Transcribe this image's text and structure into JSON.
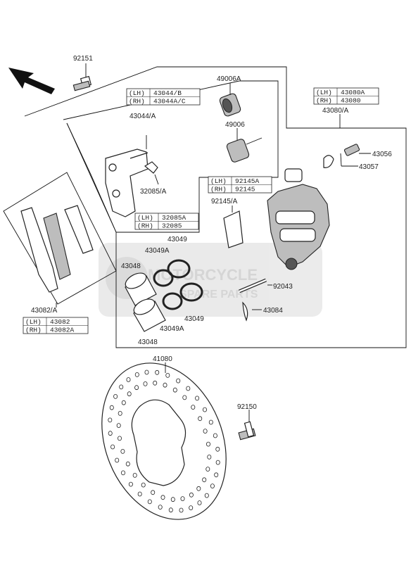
{
  "parts": {
    "p92151": "92151",
    "p49006A": "49006A",
    "p49006": "49006",
    "p43044A": "43044/A",
    "p32085A": "32085/A",
    "p43080A": "43080/A",
    "p43056": "43056",
    "p43057": "43057",
    "p92145A": "92145/A",
    "p43049_top": "43049",
    "p43049A_top": "43049A",
    "p43048_top": "43048",
    "p43049_bot": "43049",
    "p43049A_bot": "43049A",
    "p43048_bot": "43048",
    "p92043": "92043",
    "p43084": "43084",
    "p43082A": "43082/A",
    "p41080": "41080",
    "p92150": "92150"
  },
  "tables": {
    "t43044": [
      {
        "side": "(LH)",
        "part": "43044/B"
      },
      {
        "side": "(RH)",
        "part": "43044A/C"
      }
    ],
    "t43080": [
      {
        "side": "(LH)",
        "part": "43080A"
      },
      {
        "side": "(RH)",
        "part": "43080"
      }
    ],
    "t92145": [
      {
        "side": "(LH)",
        "part": "92145A"
      },
      {
        "side": "(RH)",
        "part": "92145"
      }
    ],
    "t32085": [
      {
        "side": "(LH)",
        "part": "32085A"
      },
      {
        "side": "(RH)",
        "part": "32085"
      }
    ],
    "t43082": [
      {
        "side": "(LH)",
        "part": "43082"
      },
      {
        "side": "(RH)",
        "part": "43082A"
      }
    ]
  },
  "watermark": {
    "line1": "MOTORCYCLE",
    "line2": "SPARE PARTS",
    "color": "#d8d8d8"
  }
}
